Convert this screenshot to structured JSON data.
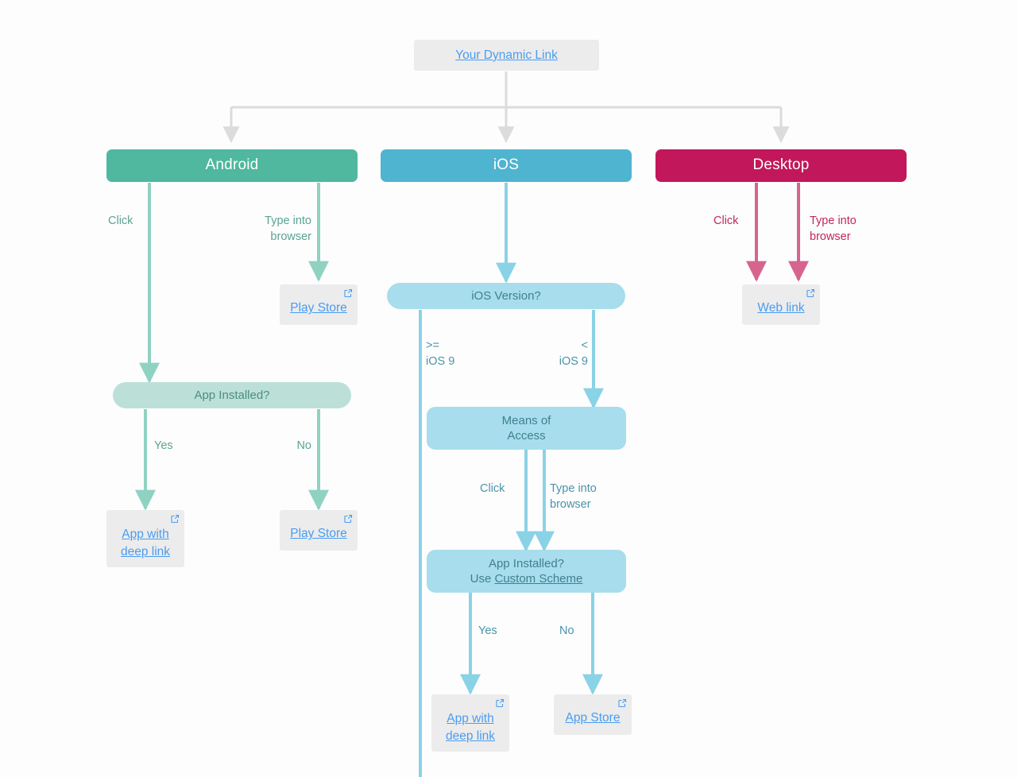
{
  "diagram": {
    "title": "Dynamic Link routing flowchart",
    "type": "flowchart"
  },
  "colors": {
    "android": "#4FB89E",
    "android_soft": "#BCE0D8",
    "ios": "#4FB4D0",
    "ios_soft": "#A7DDEC",
    "desktop": "#C2185B",
    "chip_bg": "#ececec",
    "link_blue": "#4a9cf0",
    "connector_gray": "#dcdcdc"
  },
  "root": {
    "label": "Your Dynamic Link",
    "is_link": true
  },
  "platforms": [
    {
      "id": "android",
      "label": "Android"
    },
    {
      "id": "ios",
      "label": "iOS"
    },
    {
      "id": "desktop",
      "label": "Desktop"
    }
  ],
  "android": {
    "edge_click": "Click",
    "edge_type_into_browser": "Type into\nbrowser",
    "play_store_top": "Play Store",
    "app_installed": "App Installed?",
    "edge_yes": "Yes",
    "edge_no": "No",
    "app_with_deep_link": "App with\ndeep link",
    "play_store_bottom": "Play Store"
  },
  "ios": {
    "version_question": "iOS Version?",
    "edge_gte": ">=\niOS 9",
    "edge_lt": "<\niOS 9",
    "means_of_access": "Means of\nAccess",
    "edge_click": "Click",
    "edge_type_into_browser": "Type into\nbrowser",
    "app_installed_line1": "App Installed?",
    "app_installed_line2_prefix": "Use ",
    "app_installed_line2_link": "Custom Scheme",
    "edge_yes": "Yes",
    "edge_no": "No",
    "app_with_deep_link": "App with\ndeep link",
    "app_store": "App Store"
  },
  "desktop": {
    "edge_click": "Click",
    "edge_type_into_browser": "Type into\nbrowser",
    "web_link": "Web link"
  },
  "icons": {
    "external_link": "external-link-icon"
  }
}
